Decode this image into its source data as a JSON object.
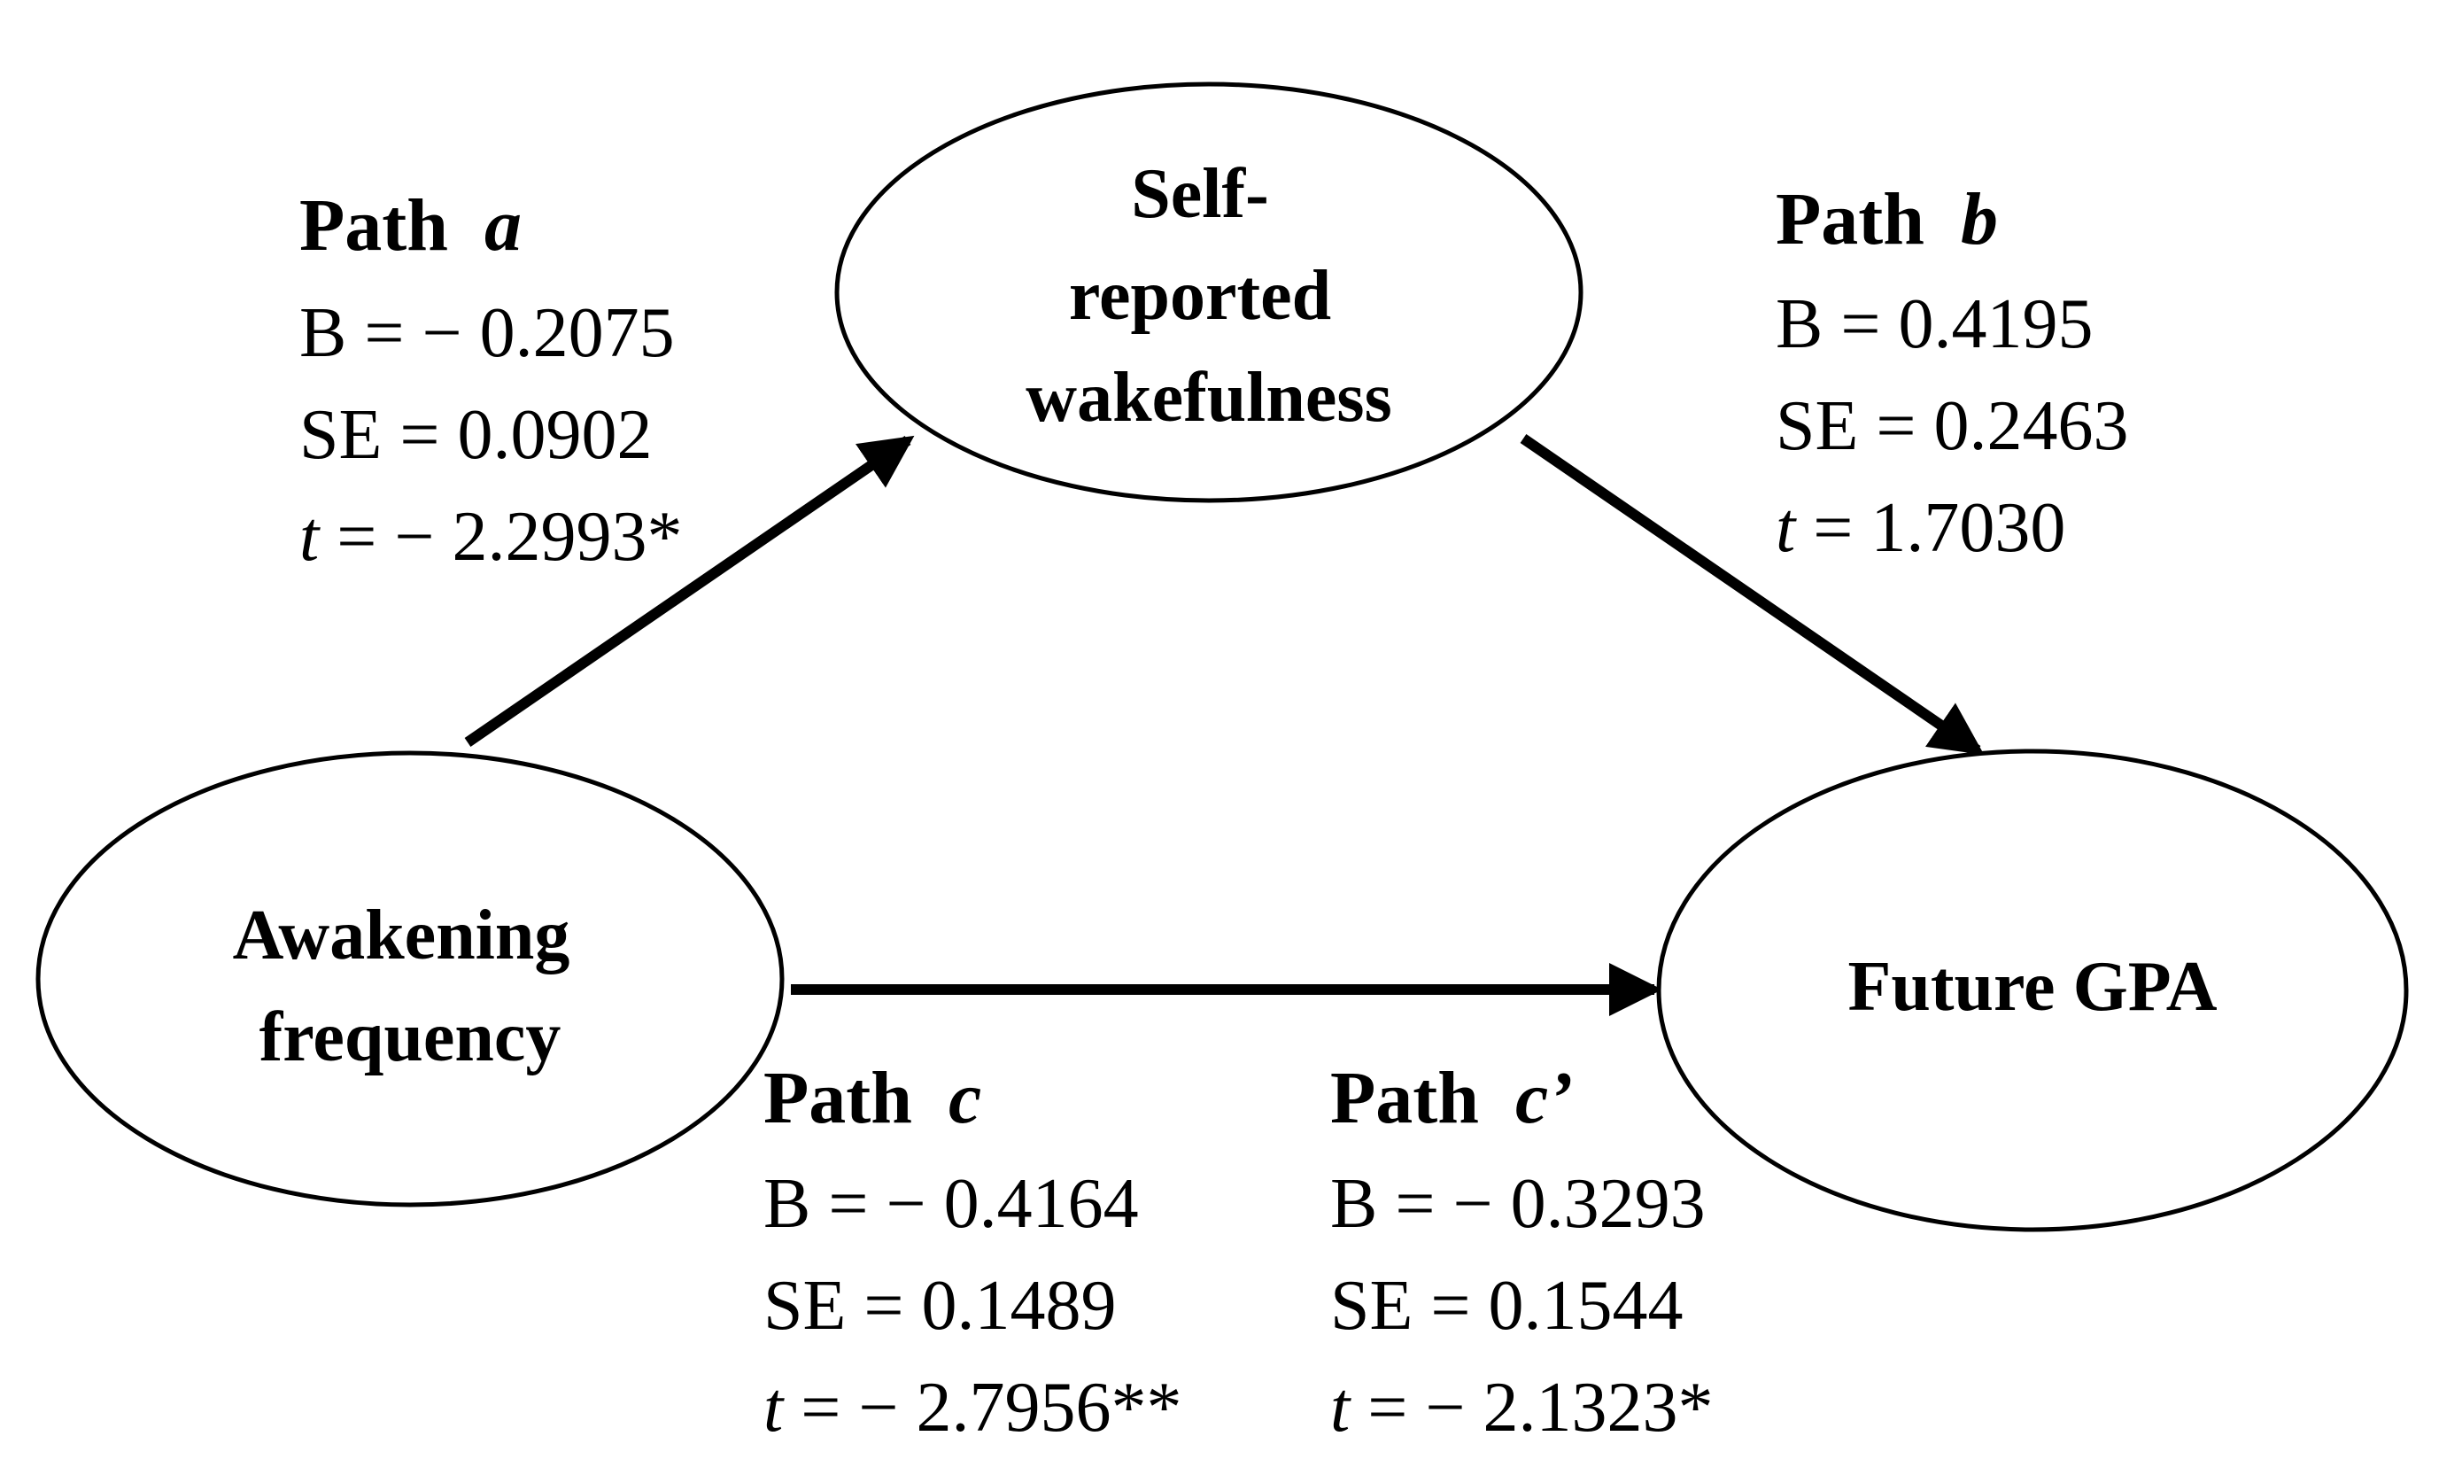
{
  "nodes": {
    "mediator": {
      "lines": [
        "Self-",
        "reported",
        "wakefulness"
      ]
    },
    "predictor": {
      "lines": [
        "Awakening",
        "frequency"
      ]
    },
    "outcome": {
      "lines": [
        "Future GPA"
      ]
    }
  },
  "paths": {
    "a": {
      "label": "Path",
      "letter": "a",
      "b_line": "B = − 0.2075",
      "se_line": "SE = 0.0902",
      "t_symbol": "t",
      "t_value": " = − 2.2993*"
    },
    "b": {
      "label": "Path",
      "letter": "b",
      "b_line": "B = 0.4195",
      "se_line": "SE = 0.2463",
      "t_symbol": "t",
      "t_value": " = 1.7030"
    },
    "c": {
      "label": "Path",
      "letter": "c",
      "b_line": "B = − 0.4164",
      "se_line": "SE = 0.1489",
      "t_symbol": "t",
      "t_value": " = − 2.7956**"
    },
    "c_prime": {
      "label": "Path",
      "letter": "c’",
      "b_line": "B = − 0.3293",
      "se_line": "SE = 0.1544",
      "t_symbol": "t",
      "t_value": " = − 2.1323*"
    }
  },
  "colors": {
    "stroke": "#000000",
    "background": "#ffffff"
  }
}
